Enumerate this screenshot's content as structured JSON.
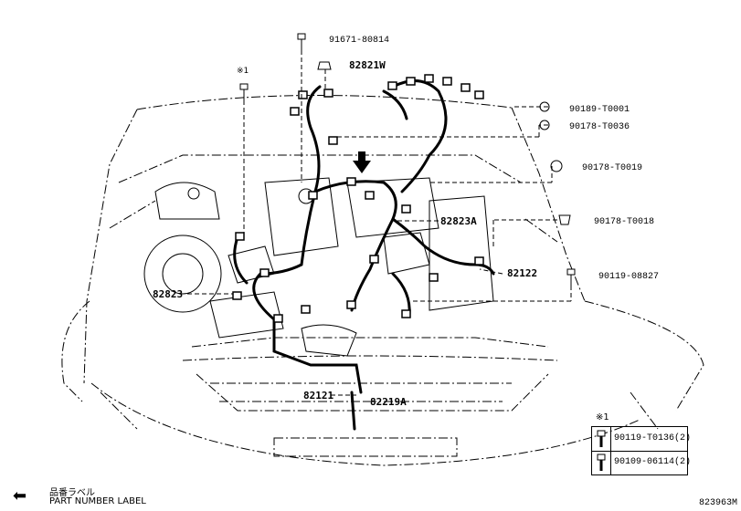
{
  "diagram": {
    "part_labels": {
      "p91671_80814": "91671-80814",
      "p82821W": "82821W",
      "p90189_T0001": "90189-T0001",
      "p90178_T0036": "90178-T0036",
      "p90178_T0019": "90178-T0019",
      "p90178_T0018": "90178-T0018",
      "p82823A": "82823A",
      "p82122": "82122",
      "p90119_08827": "90119-08827",
      "p82823": "82823",
      "p82121": "82121",
      "p82219A": "82219A"
    },
    "note_mark": "※1"
  },
  "legend": {
    "mark": "※1",
    "rows": [
      {
        "part": "90119-T0136(2)"
      },
      {
        "part": "90109-06114(2)"
      }
    ]
  },
  "footer": {
    "arrow": "⬅",
    "label_jp": "品番ラベル",
    "label_en": "PART NUMBER LABEL",
    "figure_id": "823963M"
  }
}
